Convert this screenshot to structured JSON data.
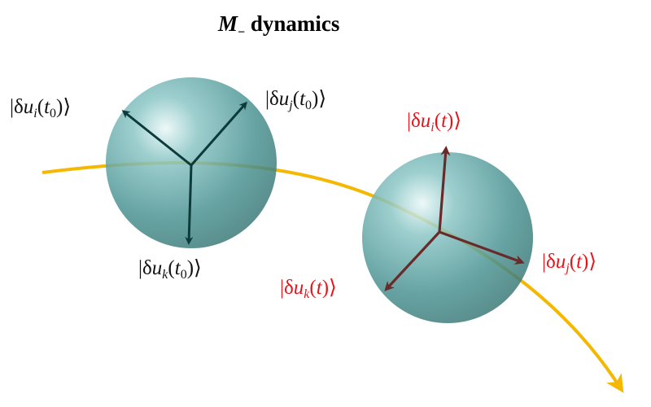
{
  "title": {
    "symbol": "M",
    "subscript": "−",
    "text": "dynamics"
  },
  "colors": {
    "trajectory": "#f5b800",
    "sphere": "#3f8f8f",
    "initial_vectors": "#0d3a3a",
    "evolved_vectors": "#6b2a2a",
    "evolved_labels": "#e8141c"
  },
  "initial_labels": [
    {
      "pre": "|δ",
      "var": "u",
      "sub": "i",
      "mid": "(",
      "t": "t",
      "tsub": "0",
      "post": ")⟩"
    },
    {
      "pre": "|δ",
      "var": "u",
      "sub": "j",
      "mid": "(",
      "t": "t",
      "tsub": "0",
      "post": ")⟩"
    },
    {
      "pre": "|δ",
      "var": "u",
      "sub": "k",
      "mid": "(",
      "t": "t",
      "tsub": "0",
      "post": ")⟩"
    }
  ],
  "evolved_labels": [
    {
      "pre": "|δ",
      "var": "u",
      "sub": "i",
      "mid": "(",
      "t": "t",
      "post": ")⟩"
    },
    {
      "pre": "|δ",
      "var": "u",
      "sub": "j",
      "mid": "(",
      "t": "t",
      "post": ")⟩"
    },
    {
      "pre": "|δ",
      "var": "u",
      "sub": "k",
      "mid": "(",
      "t": "t",
      "post": ")⟩"
    }
  ]
}
